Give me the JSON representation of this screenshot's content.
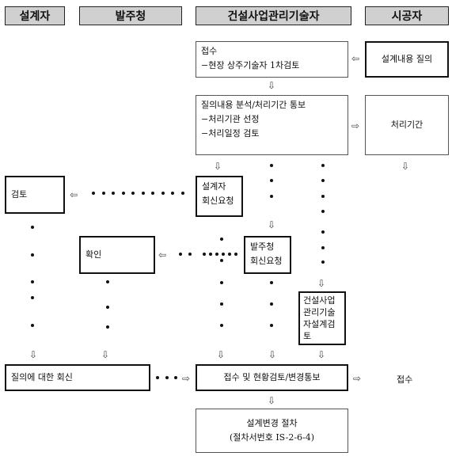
{
  "headers": {
    "designer": "설계자",
    "client": "발주청",
    "engineer": "건설사업관리기술자",
    "contractor": "시공자"
  },
  "boxes": {
    "receipt": {
      "line1": "접수",
      "line2": "−현장 상주기술자 1차검토"
    },
    "inquiry": {
      "text": "설계내용 질의"
    },
    "analysis": {
      "line1": "질의내용 분석/처리기간 통보",
      "line2": "−처리기관 선정",
      "line3": "−처리일정 검토"
    },
    "period": {
      "text": "처리기간"
    },
    "review": {
      "text": "검토"
    },
    "designer_reply": {
      "line1": "설계자",
      "line2": "회신요청"
    },
    "confirm": {
      "text": "확인"
    },
    "client_reply": {
      "line1": "발주청",
      "line2": "회신요청"
    },
    "engineer_review": {
      "line1": "건설사업",
      "line2": "관리기술",
      "line3": "자설계검",
      "line4": "토"
    },
    "answer": {
      "text": "질의에 대한 회신"
    },
    "receipt_check": {
      "text": "접수 및 현황검토/변경통보"
    },
    "final_receipt": {
      "text": "접수"
    },
    "design_change": {
      "line1": "설계변경 절차",
      "line2": "(절차서번호 IS-2-6-4)"
    }
  },
  "arrows": {
    "left": "⇦",
    "right": "⇨",
    "down": "⇩"
  }
}
